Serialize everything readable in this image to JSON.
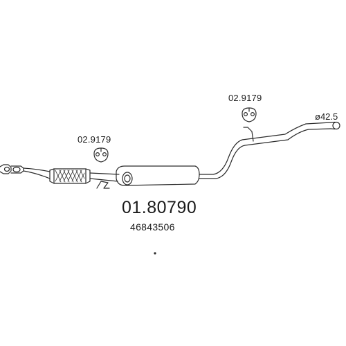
{
  "diagram": {
    "part_number": "01.80790",
    "oe_number": "46843506",
    "outlet_diameter": "ø42.5",
    "hanger_labels": [
      "02.9179",
      "02.9179"
    ],
    "colors": {
      "line": "#2a2a2a",
      "background": "#ffffff"
    }
  }
}
